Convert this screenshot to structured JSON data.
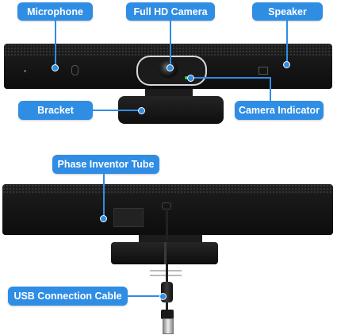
{
  "labels": {
    "microphone": "Microphone",
    "full_hd_camera": "Full HD Camera",
    "speaker": "Speaker",
    "bracket": "Bracket",
    "camera_indicator": "Camera Indicator",
    "phase_inventor_tube": "Phase Inventor Tube",
    "usb_connection_cable": "USB Connection Cable"
  },
  "colors": {
    "callout": "#2f8de4",
    "device_body": "#141414"
  }
}
